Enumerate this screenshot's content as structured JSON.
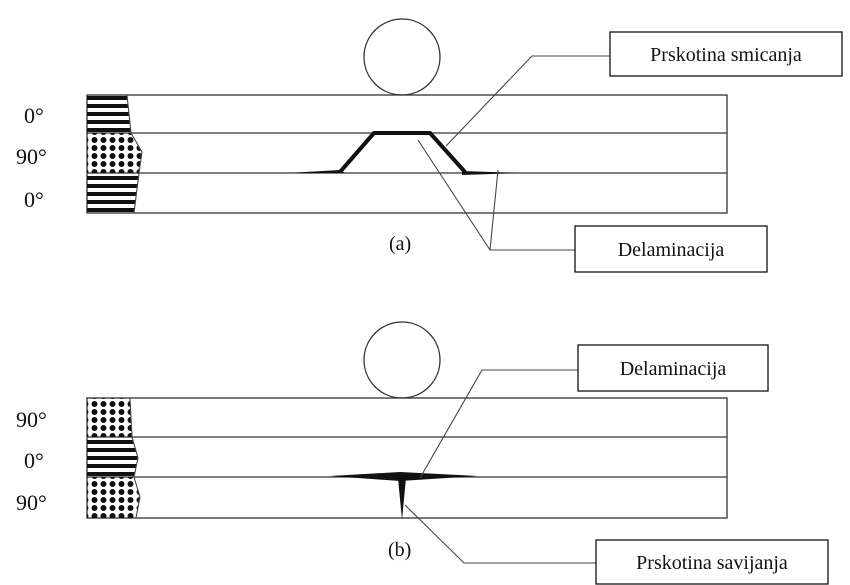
{
  "panel_a": {
    "ply_labels": [
      "0°",
      "90°",
      "0°"
    ],
    "caption": "(a)",
    "callouts": {
      "shear_crack": "Prskotina smicanja",
      "delamination": "Delaminacija"
    }
  },
  "panel_b": {
    "ply_labels": [
      "90°",
      "0°",
      "90°"
    ],
    "caption": "(b)",
    "callouts": {
      "delamination": "Delaminacija",
      "bending_crack": "Prskotina savijanja"
    }
  }
}
